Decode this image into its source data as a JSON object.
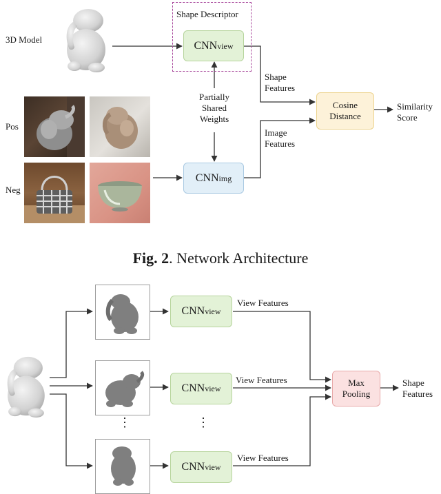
{
  "figure2": {
    "model_label": "3D Model",
    "pos_label": "Pos",
    "neg_label": "Neg",
    "shape_descriptor_label": "Shape Descriptor",
    "cnn_view_base": "CNN",
    "cnn_view_sub": "view",
    "cnn_img_base": "CNN",
    "cnn_img_sub": "img",
    "partially_shared_weights": [
      "Partially",
      "Shared",
      "Weights"
    ],
    "shape_features": [
      "Shape",
      "Features"
    ],
    "image_features": [
      "Image",
      "Features"
    ],
    "cosine_distance": [
      "Cosine",
      "Distance"
    ],
    "similarity_score": [
      "Similarity",
      "Score"
    ],
    "caption_bold": "Fig. 2",
    "caption_text": ". Network Architecture"
  },
  "figure3": {
    "cnn_base": "CNN",
    "cnn_sub": "view",
    "view_features": "View Features",
    "max_pooling": [
      "Max",
      "Pooling"
    ],
    "shape_features": [
      "Shape",
      "Features"
    ],
    "ellipsis": "⋮"
  },
  "colors": {
    "cnn_view_fill": "#e3f2d7",
    "cnn_img_fill": "#e2eff8",
    "cosine_fill": "#fdf2d9",
    "max_pool_fill": "#fbe1e1",
    "descriptor_border": "#a8489c"
  }
}
